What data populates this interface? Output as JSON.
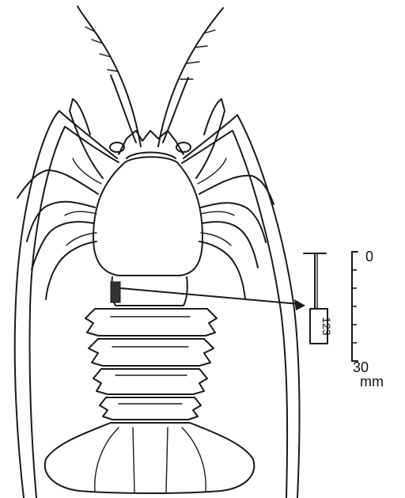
{
  "figure": {
    "tag_number": "123",
    "scale": {
      "top_label": "0",
      "bottom_label": "30",
      "unit": "mm",
      "min": 0,
      "max": 30,
      "minor_ticks": 5
    }
  },
  "colors": {
    "ink": "#1a1a1a",
    "background": "#ffffff",
    "tag_fill": "#333333"
  }
}
